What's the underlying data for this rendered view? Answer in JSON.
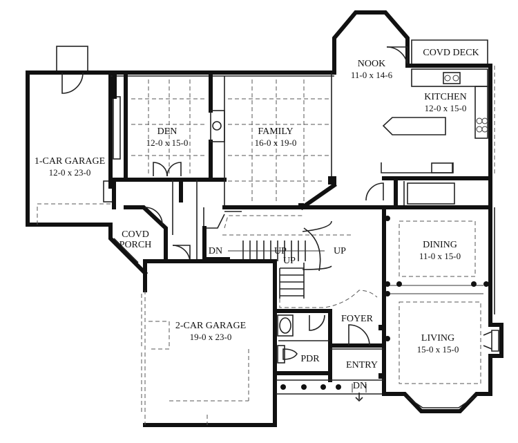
{
  "rooms": {
    "nook": {
      "name": "NOOK",
      "size": "11-0 x 14-6"
    },
    "covd_deck": {
      "name": "COVD DECK"
    },
    "kitchen": {
      "name": "KITCHEN",
      "size": "12-0 x 15-0"
    },
    "den": {
      "name": "DEN",
      "size": "12-0 x 15-0"
    },
    "family": {
      "name": "FAMILY",
      "size": "16-0 x 19-0"
    },
    "garage_1": {
      "name": "1-CAR GARAGE",
      "size": "12-0 x 23-0"
    },
    "covd_porch": {
      "line1": "COVD",
      "line2": "PORCH"
    },
    "dining": {
      "name": "DINING",
      "size": "11-0 x 15-0"
    },
    "garage_2": {
      "name": "2-CAR GARAGE",
      "size": "19-0 x 23-0"
    },
    "foyer": {
      "name": "FOYER"
    },
    "living": {
      "name": "LIVING",
      "size": "15-0 x 15-0"
    },
    "pdr": {
      "name": "PDR"
    },
    "entry": {
      "name": "ENTRY"
    }
  },
  "stairs": {
    "dn_left": "DN",
    "up_1": "UP",
    "up_2": "UP",
    "up_3": "UP",
    "dn_entry": "DN"
  }
}
